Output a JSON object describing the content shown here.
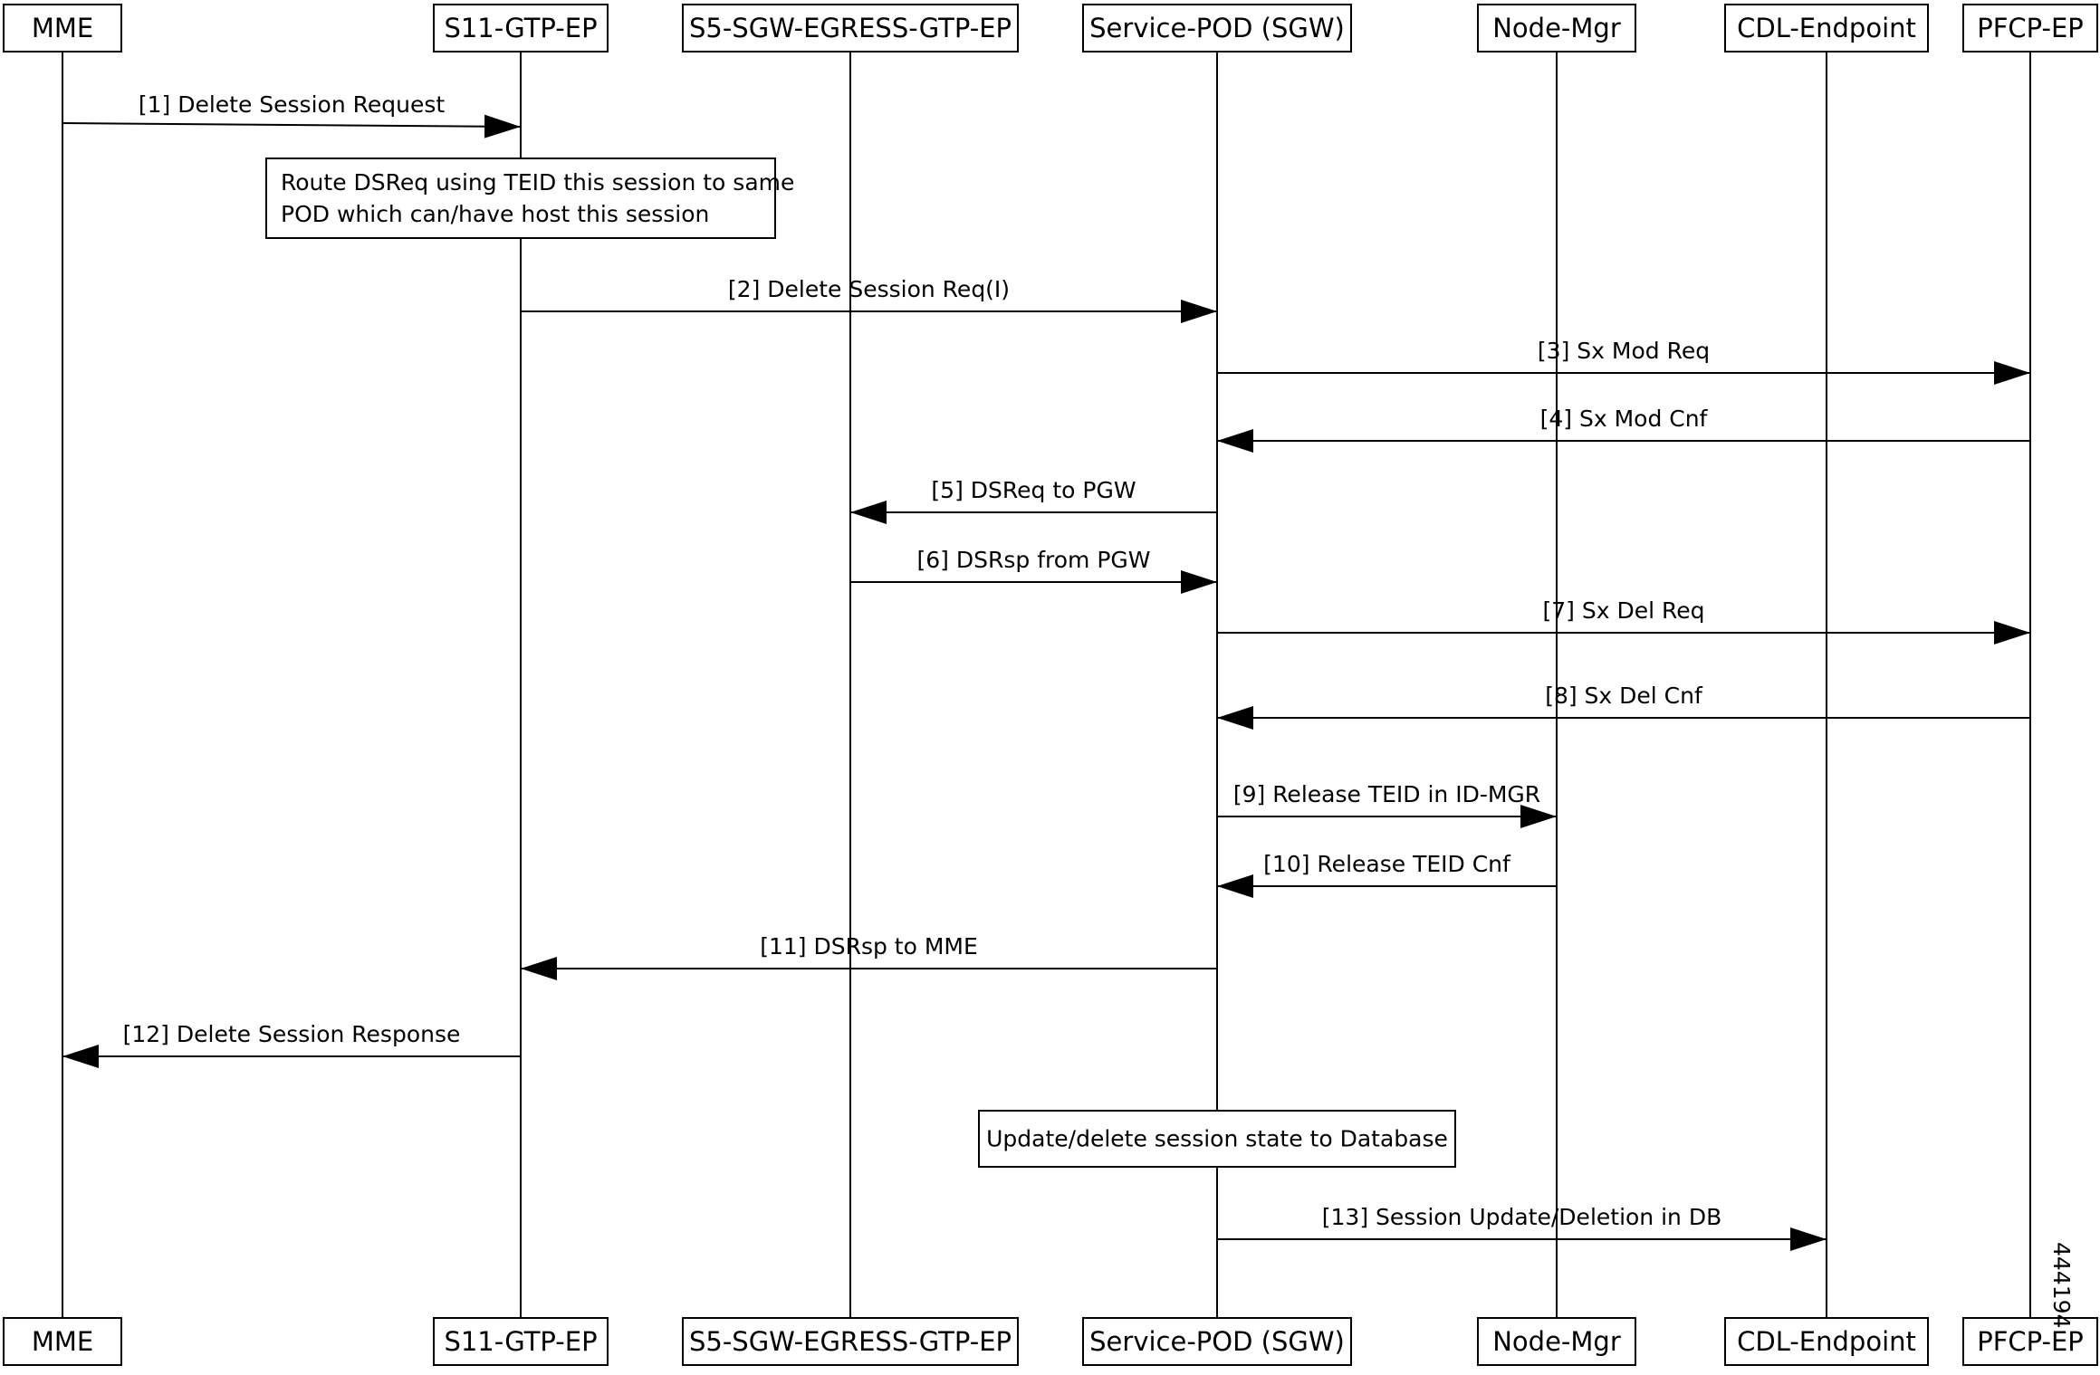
{
  "participants": [
    {
      "id": "mme",
      "label": "MME"
    },
    {
      "id": "s11",
      "label": "S11-GTP-EP"
    },
    {
      "id": "s5",
      "label": "S5-SGW-EGRESS-GTP-EP"
    },
    {
      "id": "pod",
      "label": "Service-POD (SGW)"
    },
    {
      "id": "nodemgr",
      "label": "Node-Mgr"
    },
    {
      "id": "cdl",
      "label": "CDL-Endpoint"
    },
    {
      "id": "pfcp",
      "label": "PFCP-EP"
    }
  ],
  "messages": [
    {
      "from": "mme",
      "to": "s11",
      "label": "[1] Delete Session Request"
    },
    {
      "from": "s11",
      "to": "pod",
      "label": "[2] Delete Session Req(I)"
    },
    {
      "from": "pod",
      "to": "pfcp",
      "label": "[3] Sx Mod Req"
    },
    {
      "from": "pfcp",
      "to": "pod",
      "label": "[4] Sx Mod Cnf"
    },
    {
      "from": "pod",
      "to": "s5",
      "label": "[5] DSReq to PGW"
    },
    {
      "from": "s5",
      "to": "pod",
      "label": "[6] DSRsp from PGW"
    },
    {
      "from": "pod",
      "to": "pfcp",
      "label": "[7] Sx Del Req"
    },
    {
      "from": "pfcp",
      "to": "pod",
      "label": "[8] Sx Del Cnf"
    },
    {
      "from": "pod",
      "to": "nodemgr",
      "label": "[9] Release TEID in ID-MGR"
    },
    {
      "from": "nodemgr",
      "to": "pod",
      "label": "[10] Release TEID Cnf"
    },
    {
      "from": "pod",
      "to": "s11",
      "label": "[11] DSRsp to MME"
    },
    {
      "from": "s11",
      "to": "mme",
      "label": "[12] Delete Session Response"
    },
    {
      "from": "pod",
      "to": "cdl",
      "label": "[13] Session Update/Deletion in DB"
    }
  ],
  "notes": [
    {
      "lines": [
        "Route DSReq using TEID this session to same",
        "POD which can/have host this session"
      ]
    },
    {
      "lines": [
        "Update/delete session state to Database"
      ]
    }
  ],
  "figure_id": "444194"
}
